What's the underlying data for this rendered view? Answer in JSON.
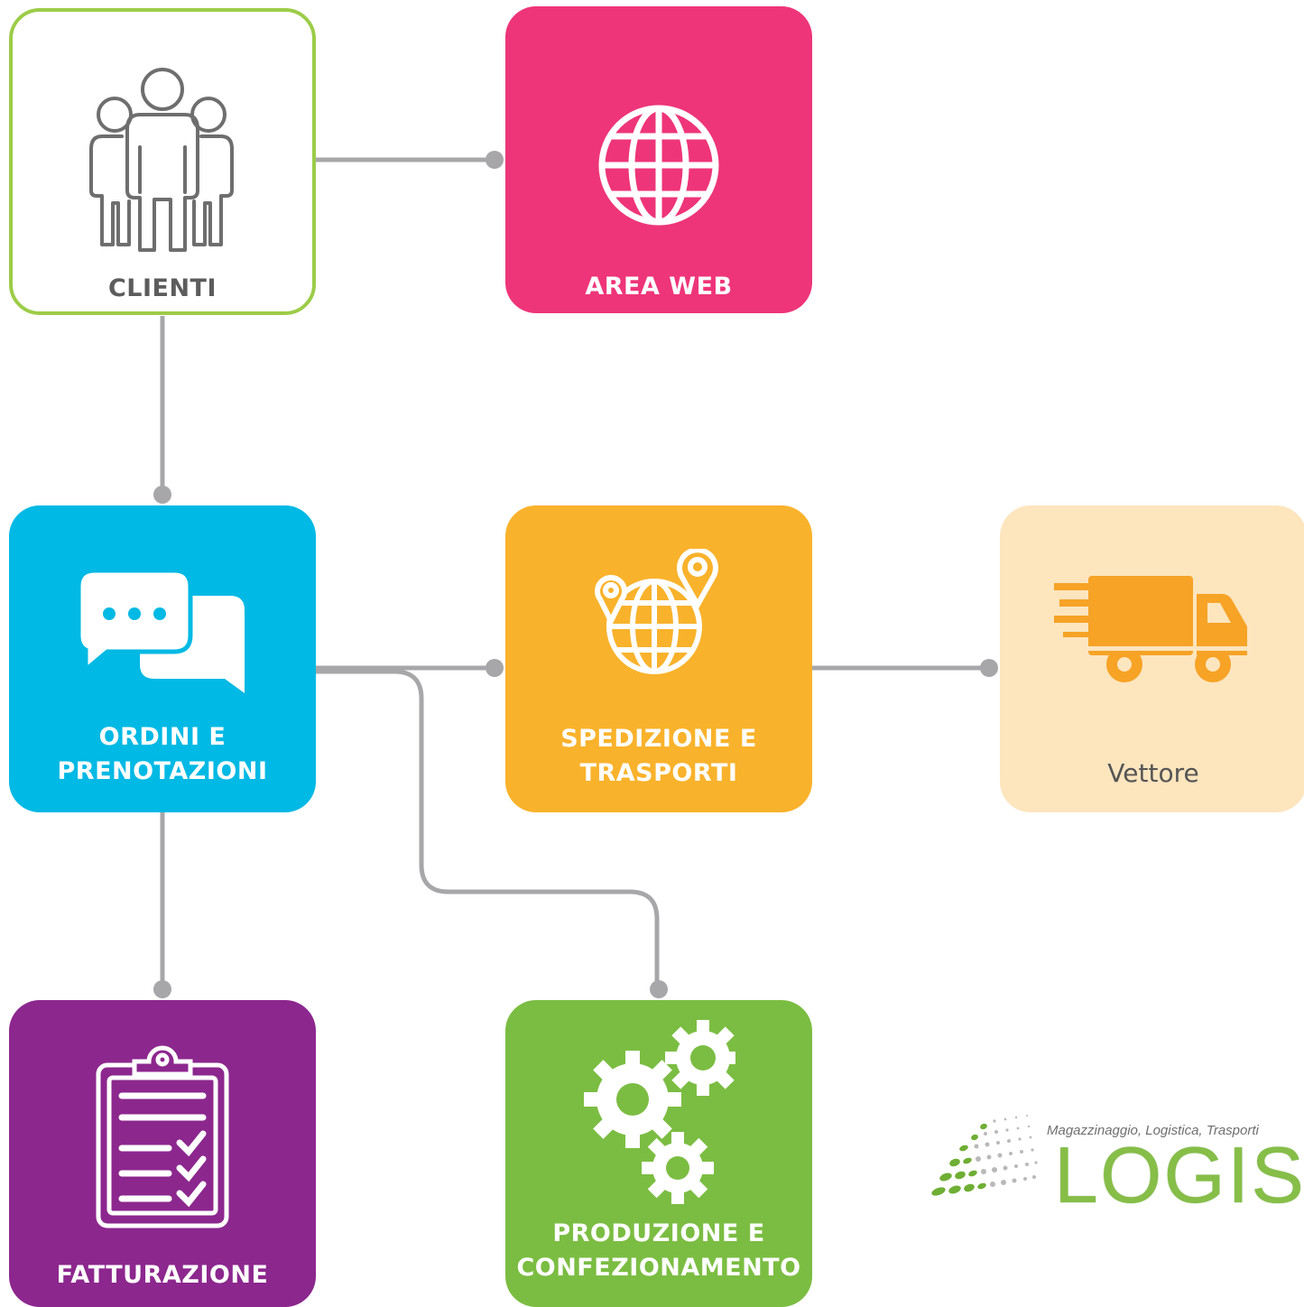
{
  "nodes": {
    "clienti": {
      "label": "CLIENTI",
      "color": "#ffffff",
      "border": "#9ccc48",
      "icon": "people-group-icon"
    },
    "area_web": {
      "label": "AREA WEB",
      "color": "#ee3579",
      "icon": "globe-icon"
    },
    "ordini": {
      "label": "ORDINI E\nPRENOTAZIONI",
      "color": "#00b9e4",
      "icon": "chat-bubbles-icon"
    },
    "spedizione": {
      "label": "SPEDIZIONE E\nTRASPORTI",
      "color": "#f9b22b",
      "icon": "globe-location-pins-icon"
    },
    "vettore": {
      "label": "Vettore",
      "color": "#fde5be",
      "icon": "delivery-truck-icon"
    },
    "fatturazione": {
      "label": "FATTURAZIONE",
      "color": "#8c278e",
      "icon": "clipboard-checklist-icon"
    },
    "produzione": {
      "label": "PRODUZIONE E\nCONFEZIONAMENTO",
      "color": "#7bbd42",
      "icon": "gears-icon"
    }
  },
  "connector_color": "#a7a7a9",
  "logo": {
    "tagline": "Magazzinaggio, Logistica, Trasporti",
    "wordmark": "LOGIS"
  }
}
